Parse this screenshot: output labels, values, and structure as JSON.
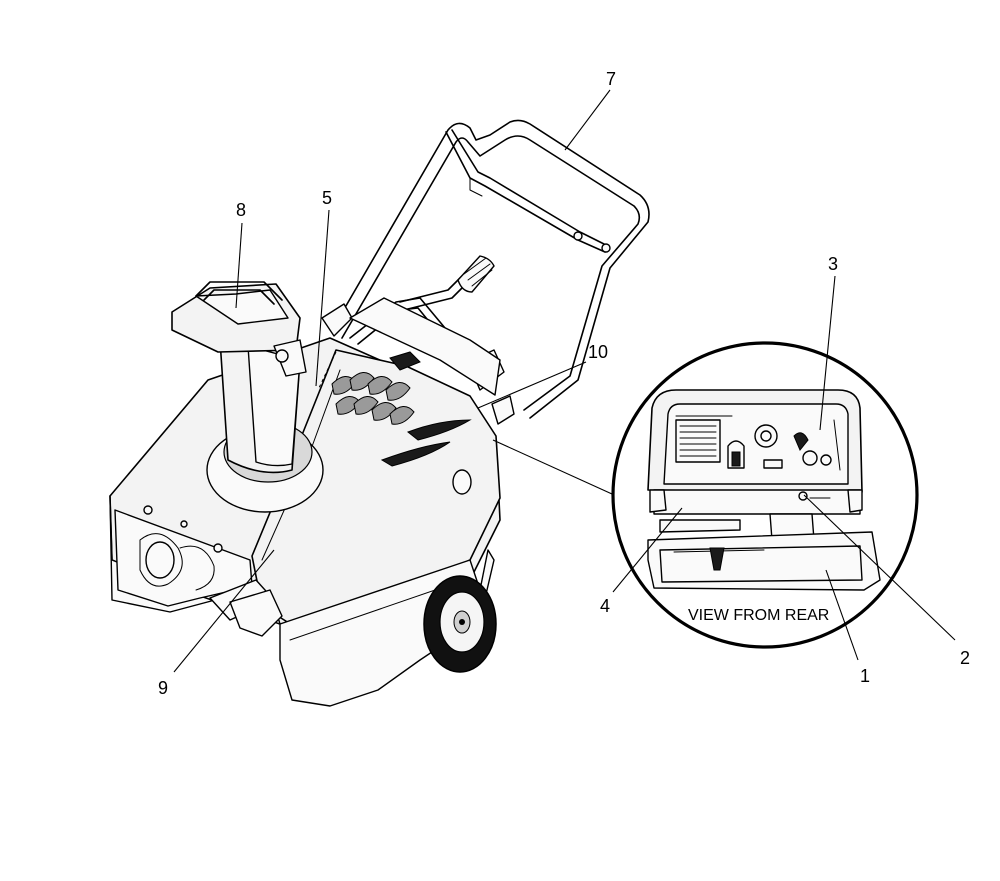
{
  "diagram": {
    "caption": "VIEW FROM REAR",
    "callouts": [
      {
        "id": "c1",
        "label": "1"
      },
      {
        "id": "c2",
        "label": "2"
      },
      {
        "id": "c3",
        "label": "3"
      },
      {
        "id": "c4",
        "label": "4"
      },
      {
        "id": "c5",
        "label": "5"
      },
      {
        "id": "c7",
        "label": "7"
      },
      {
        "id": "c8",
        "label": "8"
      },
      {
        "id": "c9",
        "label": "9"
      },
      {
        "id": "c10",
        "label": "10"
      }
    ]
  }
}
